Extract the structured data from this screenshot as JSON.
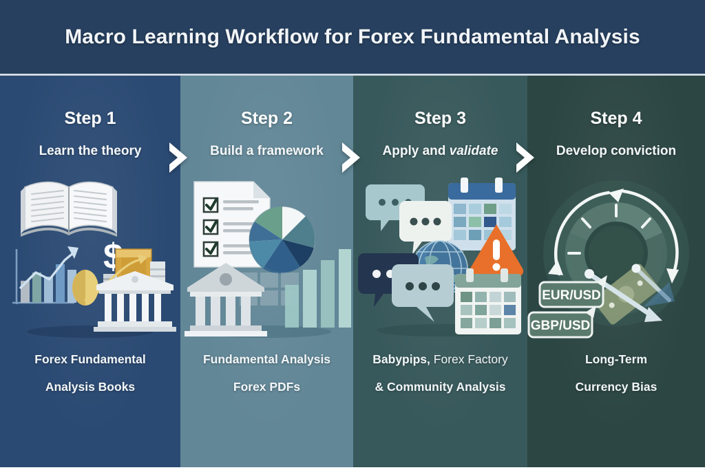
{
  "header": {
    "title": "Macro Learning Workflow for Forex Fundamental Analysis",
    "background_color": "#27405f"
  },
  "columns": [
    {
      "step_label": "Step 1",
      "subtitle": "Learn the theory",
      "caption_line1": "Forex Fundamental",
      "caption_line2": "Analysis Books",
      "background_color": "#2b4a73",
      "icons": [
        "open-book-icon",
        "bar-chart-growth-icon",
        "dollar-sign-icon",
        "gold-coin-icon",
        "book-stack-icon",
        "bank-building-icon"
      ]
    },
    {
      "step_label": "Step 2",
      "subtitle": "Build a framework",
      "caption_line1": "Fundamental Analysis",
      "caption_line2": "Forex PDFs",
      "background_color": "#628797",
      "icons": [
        "checklist-document-icon",
        "pie-chart-icon",
        "bank-building-icon",
        "bar-chart-icon"
      ]
    },
    {
      "step_label": "Step 3",
      "subtitle_prefix": "Apply and ",
      "subtitle_italic": "validate",
      "caption_line1_bold": "Babypips,",
      "caption_line1_light": " Forex Factory",
      "caption_line2": "& Community Analysis",
      "background_color": "#38595b",
      "icons": [
        "speech-bubble-icon",
        "calendar-icon",
        "globe-icon",
        "warning-triangle-icon"
      ]
    },
    {
      "step_label": "Step 4",
      "subtitle": "Develop conviction",
      "caption_line1": "Long-Term",
      "caption_line2": "Currency Bias",
      "background_color": "#2c4643",
      "icons": [
        "gauge-dial-icon",
        "currency-pair-tag-icon",
        "banknote-icon",
        "trend-arrow-icon"
      ],
      "tags": [
        "EUR/USD",
        "GBP/USD"
      ]
    }
  ],
  "connectors": {
    "chevron_count": 3,
    "chevron_color": "#ffffff",
    "icon": "chevron-right-icon"
  }
}
